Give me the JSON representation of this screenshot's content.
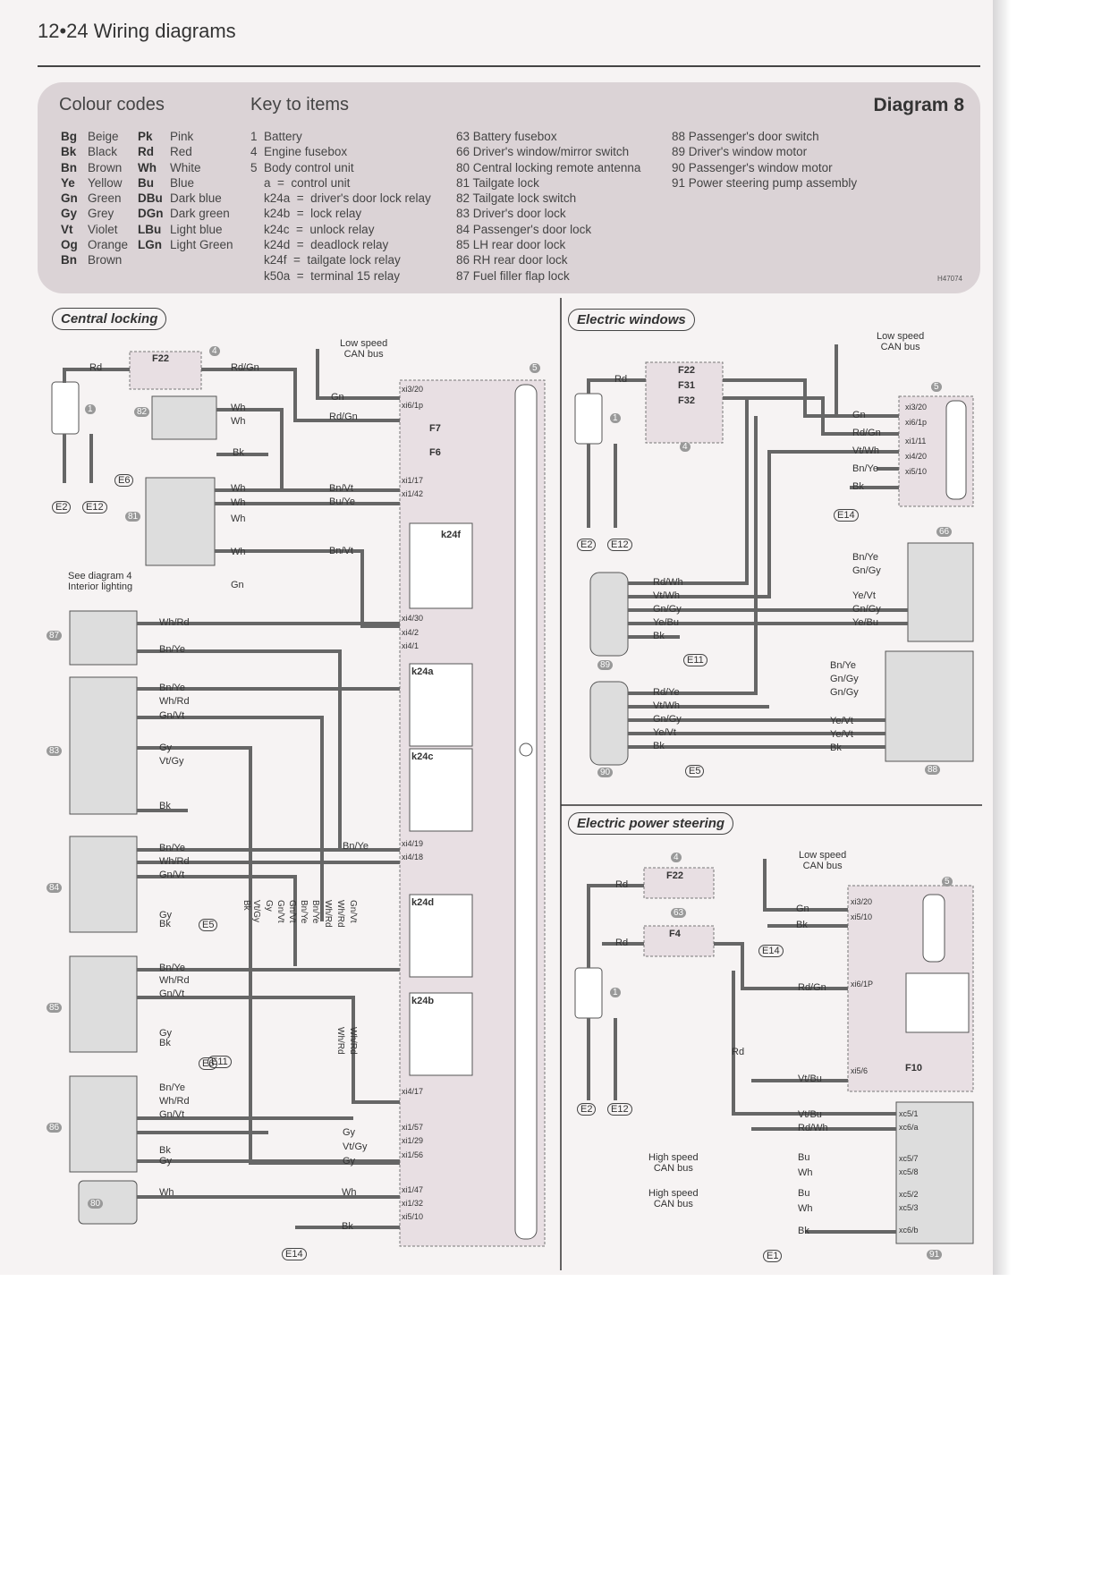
{
  "header": {
    "page_title": "12•24 Wiring diagrams"
  },
  "key": {
    "colour_codes_title": "Colour codes",
    "key_to_items_title": "Key to items",
    "diagram_label": "Diagram 8",
    "ref": "H47074",
    "colour_codes_col1": [
      {
        "abbr": "Bg",
        "name": "Beige"
      },
      {
        "abbr": "Bk",
        "name": "Black"
      },
      {
        "abbr": "Bn",
        "name": "Brown"
      },
      {
        "abbr": "Ye",
        "name": "Yellow"
      },
      {
        "abbr": "Gn",
        "name": "Green"
      },
      {
        "abbr": "Gy",
        "name": "Grey"
      },
      {
        "abbr": "Vt",
        "name": "Violet"
      },
      {
        "abbr": "Og",
        "name": "Orange"
      },
      {
        "abbr": "Bn",
        "name": "Brown"
      }
    ],
    "colour_codes_col2": [
      {
        "abbr": "Pk",
        "name": "Pink"
      },
      {
        "abbr": "Rd",
        "name": "Red"
      },
      {
        "abbr": "Wh",
        "name": "White"
      },
      {
        "abbr": "Bu",
        "name": "Blue"
      },
      {
        "abbr": "DBu",
        "name": "Dark blue"
      },
      {
        "abbr": "DGn",
        "name": "Dark green"
      },
      {
        "abbr": "LBu",
        "name": "Light blue"
      },
      {
        "abbr": "LGn",
        "name": "Light Green"
      }
    ],
    "items_col1": [
      "1  Battery",
      "4  Engine fusebox",
      "5  Body control unit",
      "    a  =  control unit",
      "    k24a  =  driver's door lock relay",
      "    k24b  =  lock relay",
      "    k24c  =  unlock relay",
      "    k24d  =  deadlock relay",
      "    k24f  =  tailgate lock relay",
      "    k50a  =  terminal 15 relay"
    ],
    "items_col2": [
      "63 Battery fusebox",
      "66 Driver's window/mirror switch",
      "80 Central locking remote antenna",
      "81 Tailgate lock",
      "82 Tailgate lock switch",
      "83 Driver's door lock",
      "84 Passenger's door lock",
      "85 LH rear door lock",
      "86 RH rear door lock",
      "87 Fuel filler flap lock"
    ],
    "items_col3": [
      "88 Passenger's door switch",
      "89 Driver's window motor",
      "90 Passenger's window motor",
      "91 Power steering pump assembly"
    ]
  },
  "sections": {
    "central_locking": "Central locking",
    "electric_windows": "Electric windows",
    "electric_power_steering": "Electric power steering"
  },
  "labels": {
    "low_speed_can": "Low speed\nCAN bus",
    "high_speed_can": "High speed\nCAN bus",
    "see_diagram_4": "See diagram 4\nInterior lighting",
    "fuses_cl": [
      "F22",
      "F7",
      "F6"
    ],
    "fuses_ew": [
      "F22",
      "F31",
      "F32"
    ],
    "fuses_eps": [
      "F22",
      "F4",
      "F10"
    ],
    "relays": [
      "k24f",
      "k24a",
      "k24c",
      "k24d",
      "k24b",
      "k50a"
    ],
    "earths_cl": [
      "E2",
      "E12",
      "E6",
      "E11",
      "E5",
      "E6",
      "E14"
    ],
    "earths_ew": [
      "E2",
      "E12",
      "E11",
      "E5",
      "E14"
    ],
    "earths_eps": [
      "E2",
      "E12",
      "E14",
      "E1"
    ],
    "item_numbers_cl": [
      "4",
      "1",
      "82",
      "81",
      "87",
      "83",
      "84",
      "85",
      "86",
      "80",
      "5"
    ],
    "item_numbers_ew": [
      "1",
      "4",
      "5",
      "66",
      "89",
      "90",
      "88"
    ],
    "item_numbers_eps": [
      "4",
      "63",
      "1",
      "5",
      "91"
    ],
    "cl_left_wires": [
      "Rd",
      "Rd/Gn",
      "Wh",
      "Wh",
      "Bk",
      "Wh",
      "Wh",
      "Wh",
      "Wh",
      "Gn",
      "Wh/Rd",
      "Bn/Ye",
      "Bn/Ye",
      "Wh/Rd",
      "Gn/Vt",
      "Gy",
      "Vt/Gy",
      "Bk",
      "Bn/Ye",
      "Wh/Rd",
      "Gn/Vt",
      "Gy",
      "Bk",
      "Bn/Ye",
      "Wh/Rd",
      "Gn/Vt",
      "Gy",
      "Bk",
      "Bn/Ye",
      "Wh/Rd",
      "Gn/Vt",
      "Bk",
      "Gy",
      "Wh",
      "Wh",
      "Bk"
    ],
    "cl_mid_wires": [
      "Gn",
      "Rd/Gn",
      "Bn/Vt",
      "Bu/Ye",
      "Bn/Vt",
      "Bn/Ye",
      "Gy",
      "Vt/Gy",
      "Gy"
    ],
    "cl_vertical_wires": [
      "Bk",
      "Vt/Gy",
      "Gy",
      "Gn/Vt",
      "Gn/Vt",
      "Bn/Ye",
      "Bn/Ye",
      "Wh/Rd",
      "Wh/Rd",
      "Gn/Vt",
      "Wh/Rd",
      "Wh/Rd"
    ],
    "cl_bcm_pins": [
      "xi3/20",
      "xi6/1p",
      "xi1/17",
      "xi1/42",
      "xi4/30",
      "xi4/2",
      "xi4/1",
      "xi4/19",
      "xi4/18",
      "xi4/17",
      "xi1/57",
      "xi1/29",
      "xi1/56",
      "xi1/47",
      "xi1/32",
      "xi5/10"
    ],
    "ew_wires_top": [
      "Rd",
      "Gn",
      "Rd/Gn",
      "Vt/Wh",
      "Bn/Ye",
      "Bk"
    ],
    "ew_pins": [
      "xi3/20",
      "xi6/1p",
      "xi1/11",
      "xi4/20",
      "xi5/10"
    ],
    "ew_66_wires": [
      "Bn/Ye",
      "Gn/Gy",
      "Ye/Vt",
      "Gn/Gy",
      "Ye/Bu"
    ],
    "ew_89_wires": [
      "Rd/Wh",
      "Vt/Wh",
      "Gn/Gy",
      "Ye/Bu",
      "Bk"
    ],
    "ew_90_wires": [
      "Rd/Ye",
      "Vt/Wh",
      "Gn/Gy",
      "Ye/Vt",
      "Bk"
    ],
    "ew_88_wires": [
      "Bn/Ye",
      "Gn/Gy",
      "Gn/Gy",
      "Ye/Vt",
      "Ye/Vt",
      "Bk"
    ],
    "eps_wires": [
      "Rd",
      "Rd",
      "Gn",
      "Bk",
      "Rd/Gn",
      "Rd",
      "Vt/Bu",
      "Vt/Bu",
      "Rd/Wh",
      "Bu",
      "Wh",
      "Bu",
      "Wh",
      "Bk"
    ],
    "eps_pins": [
      "xi3/20",
      "xi5/10",
      "xi6/1P",
      "xi5/6",
      "xc5/1",
      "xc6/a",
      "xc5/7",
      "xc5/8",
      "xc5/2",
      "xc5/3",
      "xc6/b"
    ]
  }
}
